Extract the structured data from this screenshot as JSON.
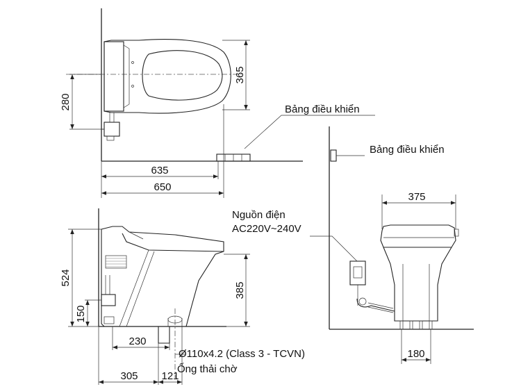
{
  "dimensions": {
    "d635": "635",
    "d650": "650",
    "d365": "365",
    "d280": "280",
    "d524": "524",
    "d150": "150",
    "d385": "385",
    "d230": "230",
    "d305": "305",
    "d121": "121",
    "d375": "375",
    "d180": "180"
  },
  "labels": {
    "control_panel_top": "Bảng điều khiển",
    "control_panel_side": "Bảng điều khiển",
    "power_line1": "Nguồn điện",
    "power_line2": "AC220V~240V",
    "pipe_spec": "Ø110x4.2 (Class 3 - TCVN)",
    "pipe_name": "Ống thải chờ"
  }
}
